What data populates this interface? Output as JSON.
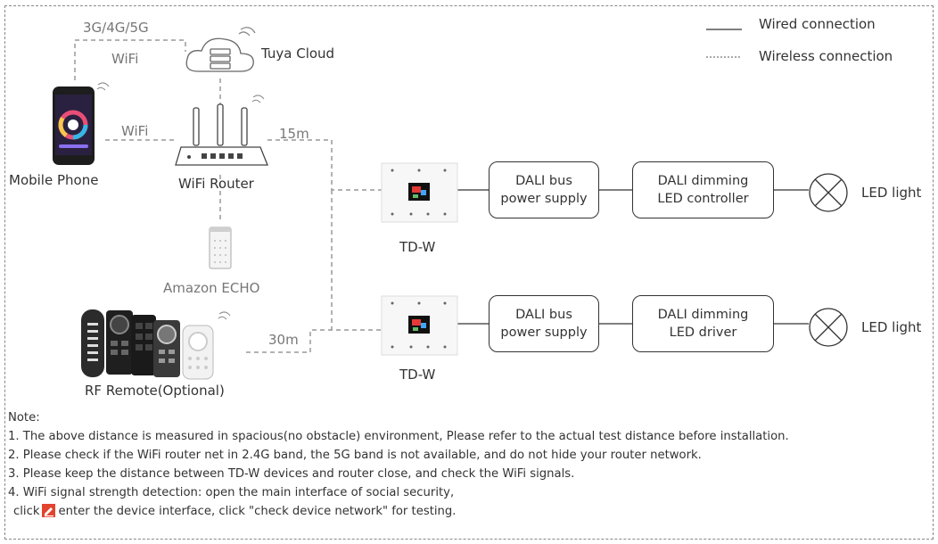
{
  "legend": {
    "wired": "Wired connection",
    "wireless": "Wireless connection"
  },
  "devices": {
    "mobile_phone": "Mobile Phone",
    "wifi_router": "WiFi Router",
    "cloud": "Tuya Cloud",
    "echo": "Amazon ECHO",
    "remote": "RF Remote(Optional)",
    "panel_top": "TD-W",
    "panel_bottom": "TD-W"
  },
  "links": {
    "cellular": "3G/4G/5G",
    "wifi_cloud": "WiFi",
    "wifi_phone": "WiFi",
    "dist_top": "15m",
    "dist_bottom": "30m"
  },
  "row_top": {
    "box1_line1": "DALI bus",
    "box1_line2": "power supply",
    "box2_line1": "DALI dimming",
    "box2_line2": "LED controller",
    "light": "LED light"
  },
  "row_bottom": {
    "box1_line1": "DALI bus",
    "box1_line2": "power supply",
    "box2_line1": "DALI dimming",
    "box2_line2": "LED driver",
    "light": "LED light"
  },
  "notes": {
    "title": "Note:",
    "n1": "1. The above distance is measured in spacious(no obstacle) environment, Please refer to the actual test distance before installation.",
    "n2": "2. Please check if the WiFi router net in 2.4G band, the 5G band is not available, and do not hide your router network.",
    "n3": "3. Please keep the distance between TD-W devices and router close, and check the WiFi signals.",
    "n4": "4. WiFi signal strength detection: open the main interface of social security,",
    "n5_pre": "click",
    "n5_post": "enter the device interface, click \"check device network\" for testing."
  },
  "colors": {
    "line": "#333333",
    "dashed": "#888888",
    "edit_icon": "#e2432f"
  }
}
